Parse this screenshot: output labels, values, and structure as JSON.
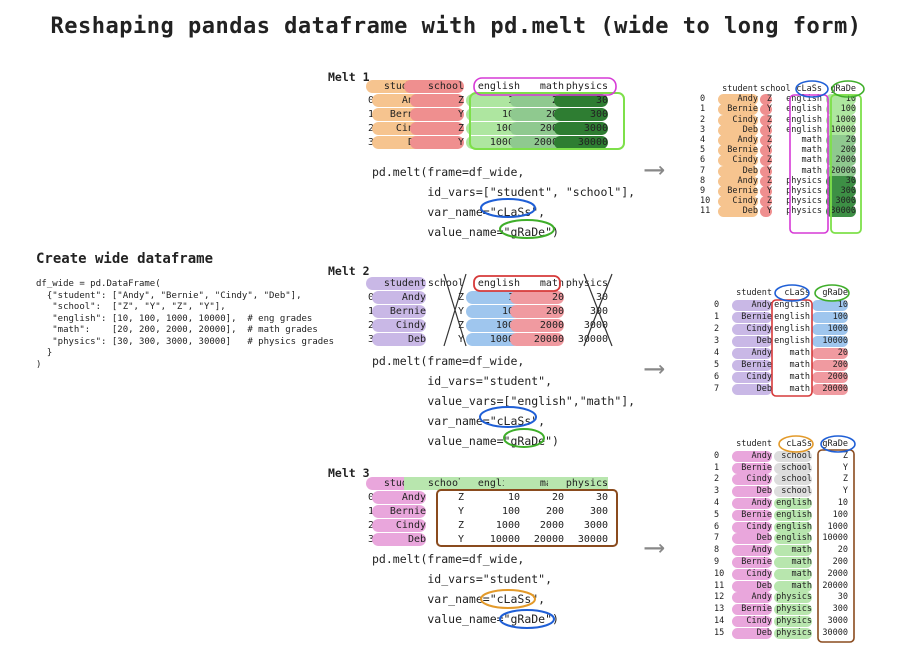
{
  "title": "Reshaping pandas dataframe with pd.melt (wide to long form)",
  "wide": {
    "heading": "Create wide dataframe",
    "code_lines": [
      "df_wide = pd.DataFrame(",
      "  {\"student\": [\"Andy\", \"Bernie\", \"Cindy\", \"Deb\"],",
      "   \"school\":  [\"Z\", \"Y\", \"Z\", \"Y\"],",
      "   \"english\": [10, 100, 1000, 10000],  # eng grades",
      "   \"math\":    [20, 200, 2000, 20000],  # math grades",
      "   \"physics\": [30, 300, 3000, 30000]   # physics grades",
      "  }",
      ")"
    ]
  },
  "wide_table": {
    "columns": [
      "student",
      "school",
      "english",
      "math",
      "physics"
    ],
    "rows": [
      [
        "0",
        "Andy",
        "Z",
        "10",
        "20",
        "30"
      ],
      [
        "1",
        "Bernie",
        "Y",
        "100",
        "200",
        "300"
      ],
      [
        "2",
        "Cindy",
        "Z",
        "1000",
        "2000",
        "3000"
      ],
      [
        "3",
        "Deb",
        "Y",
        "10000",
        "20000",
        "30000"
      ]
    ]
  },
  "melt1": {
    "label": "Melt 1",
    "code": [
      "pd.melt(frame=df_wide,",
      "        id_vars=[\"student\", \"school\"],",
      "        var_name=\"cLaSs\",",
      "        value_name=\"gRaDe\")"
    ],
    "result_columns": [
      "student",
      "school",
      "cLaSs",
      "gRaDe"
    ],
    "result_rows": [
      [
        "0",
        "Andy",
        "Z",
        "english",
        "10"
      ],
      [
        "1",
        "Bernie",
        "Y",
        "english",
        "100"
      ],
      [
        "2",
        "Cindy",
        "Z",
        "english",
        "1000"
      ],
      [
        "3",
        "Deb",
        "Y",
        "english",
        "10000"
      ],
      [
        "4",
        "Andy",
        "Z",
        "math",
        "20"
      ],
      [
        "5",
        "Bernie",
        "Y",
        "math",
        "200"
      ],
      [
        "6",
        "Cindy",
        "Z",
        "math",
        "2000"
      ],
      [
        "7",
        "Deb",
        "Y",
        "math",
        "20000"
      ],
      [
        "8",
        "Andy",
        "Z",
        "physics",
        "30"
      ],
      [
        "9",
        "Bernie",
        "Y",
        "physics",
        "300"
      ],
      [
        "10",
        "Cindy",
        "Z",
        "physics",
        "3000"
      ],
      [
        "11",
        "Deb",
        "Y",
        "physics",
        "30000"
      ]
    ]
  },
  "melt2": {
    "label": "Melt 2",
    "code": [
      "pd.melt(frame=df_wide,",
      "        id_vars=\"student\",",
      "        value_vars=[\"english\",\"math\"],",
      "        var_name=\"cLaSs\",",
      "        value_name=\"gRaDe\")"
    ],
    "result_columns": [
      "student",
      "cLaSs",
      "gRaDe"
    ],
    "result_rows": [
      [
        "0",
        "Andy",
        "english",
        "10"
      ],
      [
        "1",
        "Bernie",
        "english",
        "100"
      ],
      [
        "2",
        "Cindy",
        "english",
        "1000"
      ],
      [
        "3",
        "Deb",
        "english",
        "10000"
      ],
      [
        "4",
        "Andy",
        "math",
        "20"
      ],
      [
        "5",
        "Bernie",
        "math",
        "200"
      ],
      [
        "6",
        "Cindy",
        "math",
        "2000"
      ],
      [
        "7",
        "Deb",
        "math",
        "20000"
      ]
    ]
  },
  "melt3": {
    "label": "Melt 3",
    "code": [
      "pd.melt(frame=df_wide,",
      "        id_vars=\"student\",",
      "        var_name=\"cLaSs\",",
      "        value_name=\"gRaDe\")"
    ],
    "result_columns": [
      "student",
      "cLaSs",
      "gRaDe"
    ],
    "result_rows": [
      [
        "0",
        "Andy",
        "school",
        "Z"
      ],
      [
        "1",
        "Bernie",
        "school",
        "Y"
      ],
      [
        "2",
        "Cindy",
        "school",
        "Z"
      ],
      [
        "3",
        "Deb",
        "school",
        "Y"
      ],
      [
        "4",
        "Andy",
        "english",
        "10"
      ],
      [
        "5",
        "Bernie",
        "english",
        "100"
      ],
      [
        "6",
        "Cindy",
        "english",
        "1000"
      ],
      [
        "7",
        "Deb",
        "english",
        "10000"
      ],
      [
        "8",
        "Andy",
        "math",
        "20"
      ],
      [
        "9",
        "Bernie",
        "math",
        "200"
      ],
      [
        "10",
        "Cindy",
        "math",
        "2000"
      ],
      [
        "11",
        "Deb",
        "math",
        "20000"
      ],
      [
        "12",
        "Andy",
        "physics",
        "30"
      ],
      [
        "13",
        "Bernie",
        "physics",
        "300"
      ],
      [
        "14",
        "Cindy",
        "physics",
        "3000"
      ],
      [
        "15",
        "Deb",
        "physics",
        "30000"
      ]
    ]
  },
  "colors": {
    "student": "#f6c48f",
    "student2": "#c9b8e6",
    "student3": "#e9a6dc",
    "school": "#ef8f8f",
    "english": "#aee6a0",
    "math": "#8fc98f",
    "physics": "#2e7d32",
    "class_circle": "#1f5fd6",
    "grade_circle": "#3fae2a",
    "value_box": "#7ee04a",
    "magenta": "#d63ad6",
    "english_blue": "#9fc6ee",
    "math_red": "#f09aa0",
    "brown": "#8a4b1e",
    "orange": "#e39a2a",
    "arrow": "#888888"
  }
}
